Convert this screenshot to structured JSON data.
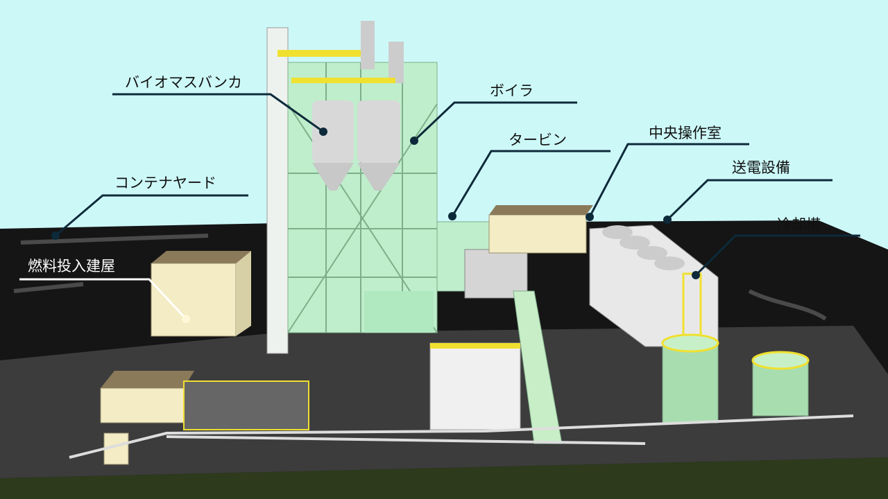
{
  "labels": {
    "biomass_bunker": "バイオマスバンカ",
    "boiler": "ボイラ",
    "turbine": "タービン",
    "central_control_room": "中央操作室",
    "transmission_equipment": "送電設備",
    "container_yard": "コンテナヤード",
    "cooling_tower": "冷却塔",
    "fuel_input_building": "燃料投入建屋"
  },
  "colors": {
    "sky": "#cdf8f8",
    "ground": "#1a1a1a",
    "structure": "#b8ecc8",
    "railing": "#f0e030",
    "building": "#f3ecc4",
    "leader": "#0d2a3a"
  }
}
